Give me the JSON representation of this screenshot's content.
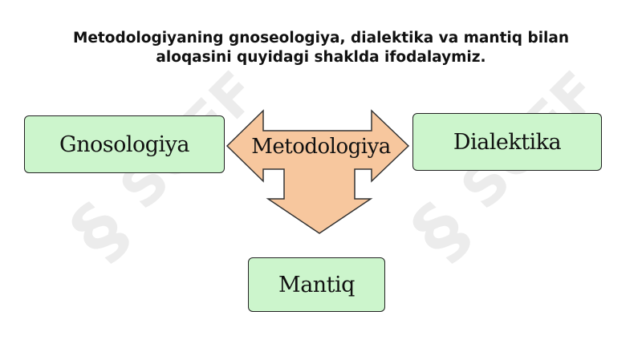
{
  "heading": {
    "line1": "Metodologiyaning gnoseologiya, dialektika va mantiq bilan",
    "line2": "aloqasini quyidagi shaklda ifodalaymiz."
  },
  "diagram": {
    "center": "Metodologiya",
    "left": "Gnosologiya",
    "right": "Dialektika",
    "bottom": "Mantiq"
  },
  "watermark": {
    "text": "SOFF",
    "symbol": "§"
  },
  "colors": {
    "box_fill": "#ccf5cc",
    "arrow_fill": "#f7c79e",
    "watermark": "#e6e6e6",
    "text": "#111111"
  }
}
